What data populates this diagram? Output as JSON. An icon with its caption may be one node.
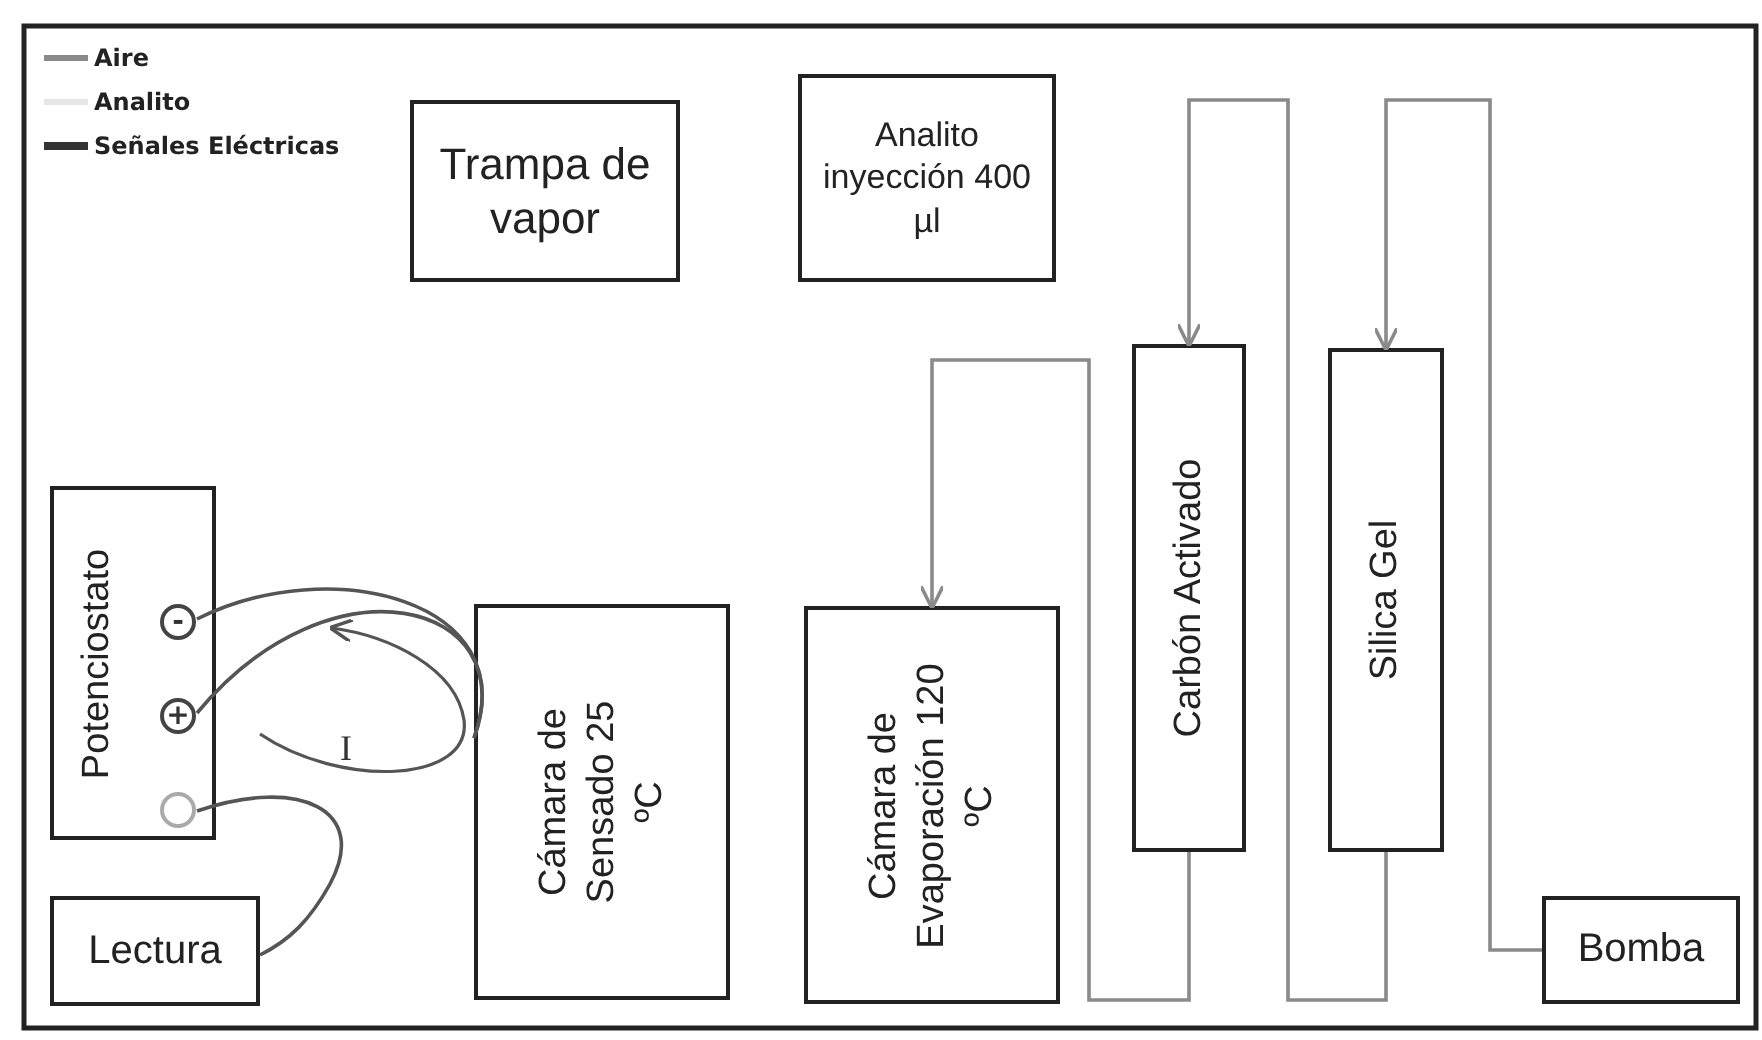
{
  "diagram": {
    "nodes": [
      {
        "text": [
          "Trampa de vapor"
        ]
      },
      {
        "text": [
          "Analito inyección 400 µl"
        ]
      },
      {
        "text": [
          "Potenciostato"
        ]
      },
      {
        "text": [
          "-"
        ],
        "in": 2
      },
      {
        "text": [
          "+"
        ],
        "in": 2
      },
      {
        "text": [],
        "shape": "circle",
        "in": 2
      },
      {
        "text": [
          "Cámara de Sensado 25 ºC"
        ]
      },
      {
        "text": [
          "Cámara de Evaporación 120 ºC"
        ]
      },
      {
        "text": [
          "Carbón Activado"
        ]
      },
      {
        "text": [
          "Silica Gel"
        ]
      },
      {
        "text": [
          "Lectura"
        ]
      },
      {
        "text": [
          "Bomba"
        ]
      }
    ],
    "edges": [
      {
        "from": 11,
        "to": 9,
        "arrow": "to"
      },
      {
        "from": 9,
        "to": 8,
        "arrow": "to"
      },
      {
        "from": 8,
        "to": 7,
        "arrow": "to"
      },
      {
        "from": 3,
        "to": 6,
        "arrow": "none",
        "color": "#555555"
      },
      {
        "from": 4,
        "to": 6,
        "arrow": "none",
        "color": "#555555"
      },
      {
        "from": 5,
        "to": 10,
        "arrow": "none",
        "color": "#555555"
      }
    ],
    "labels": [
      "I"
    ],
    "legend": [
      {
        "text": "Aire"
      },
      {
        "text": "Analito"
      },
      {
        "text": "Señales Eléctricas"
      }
    ]
  }
}
